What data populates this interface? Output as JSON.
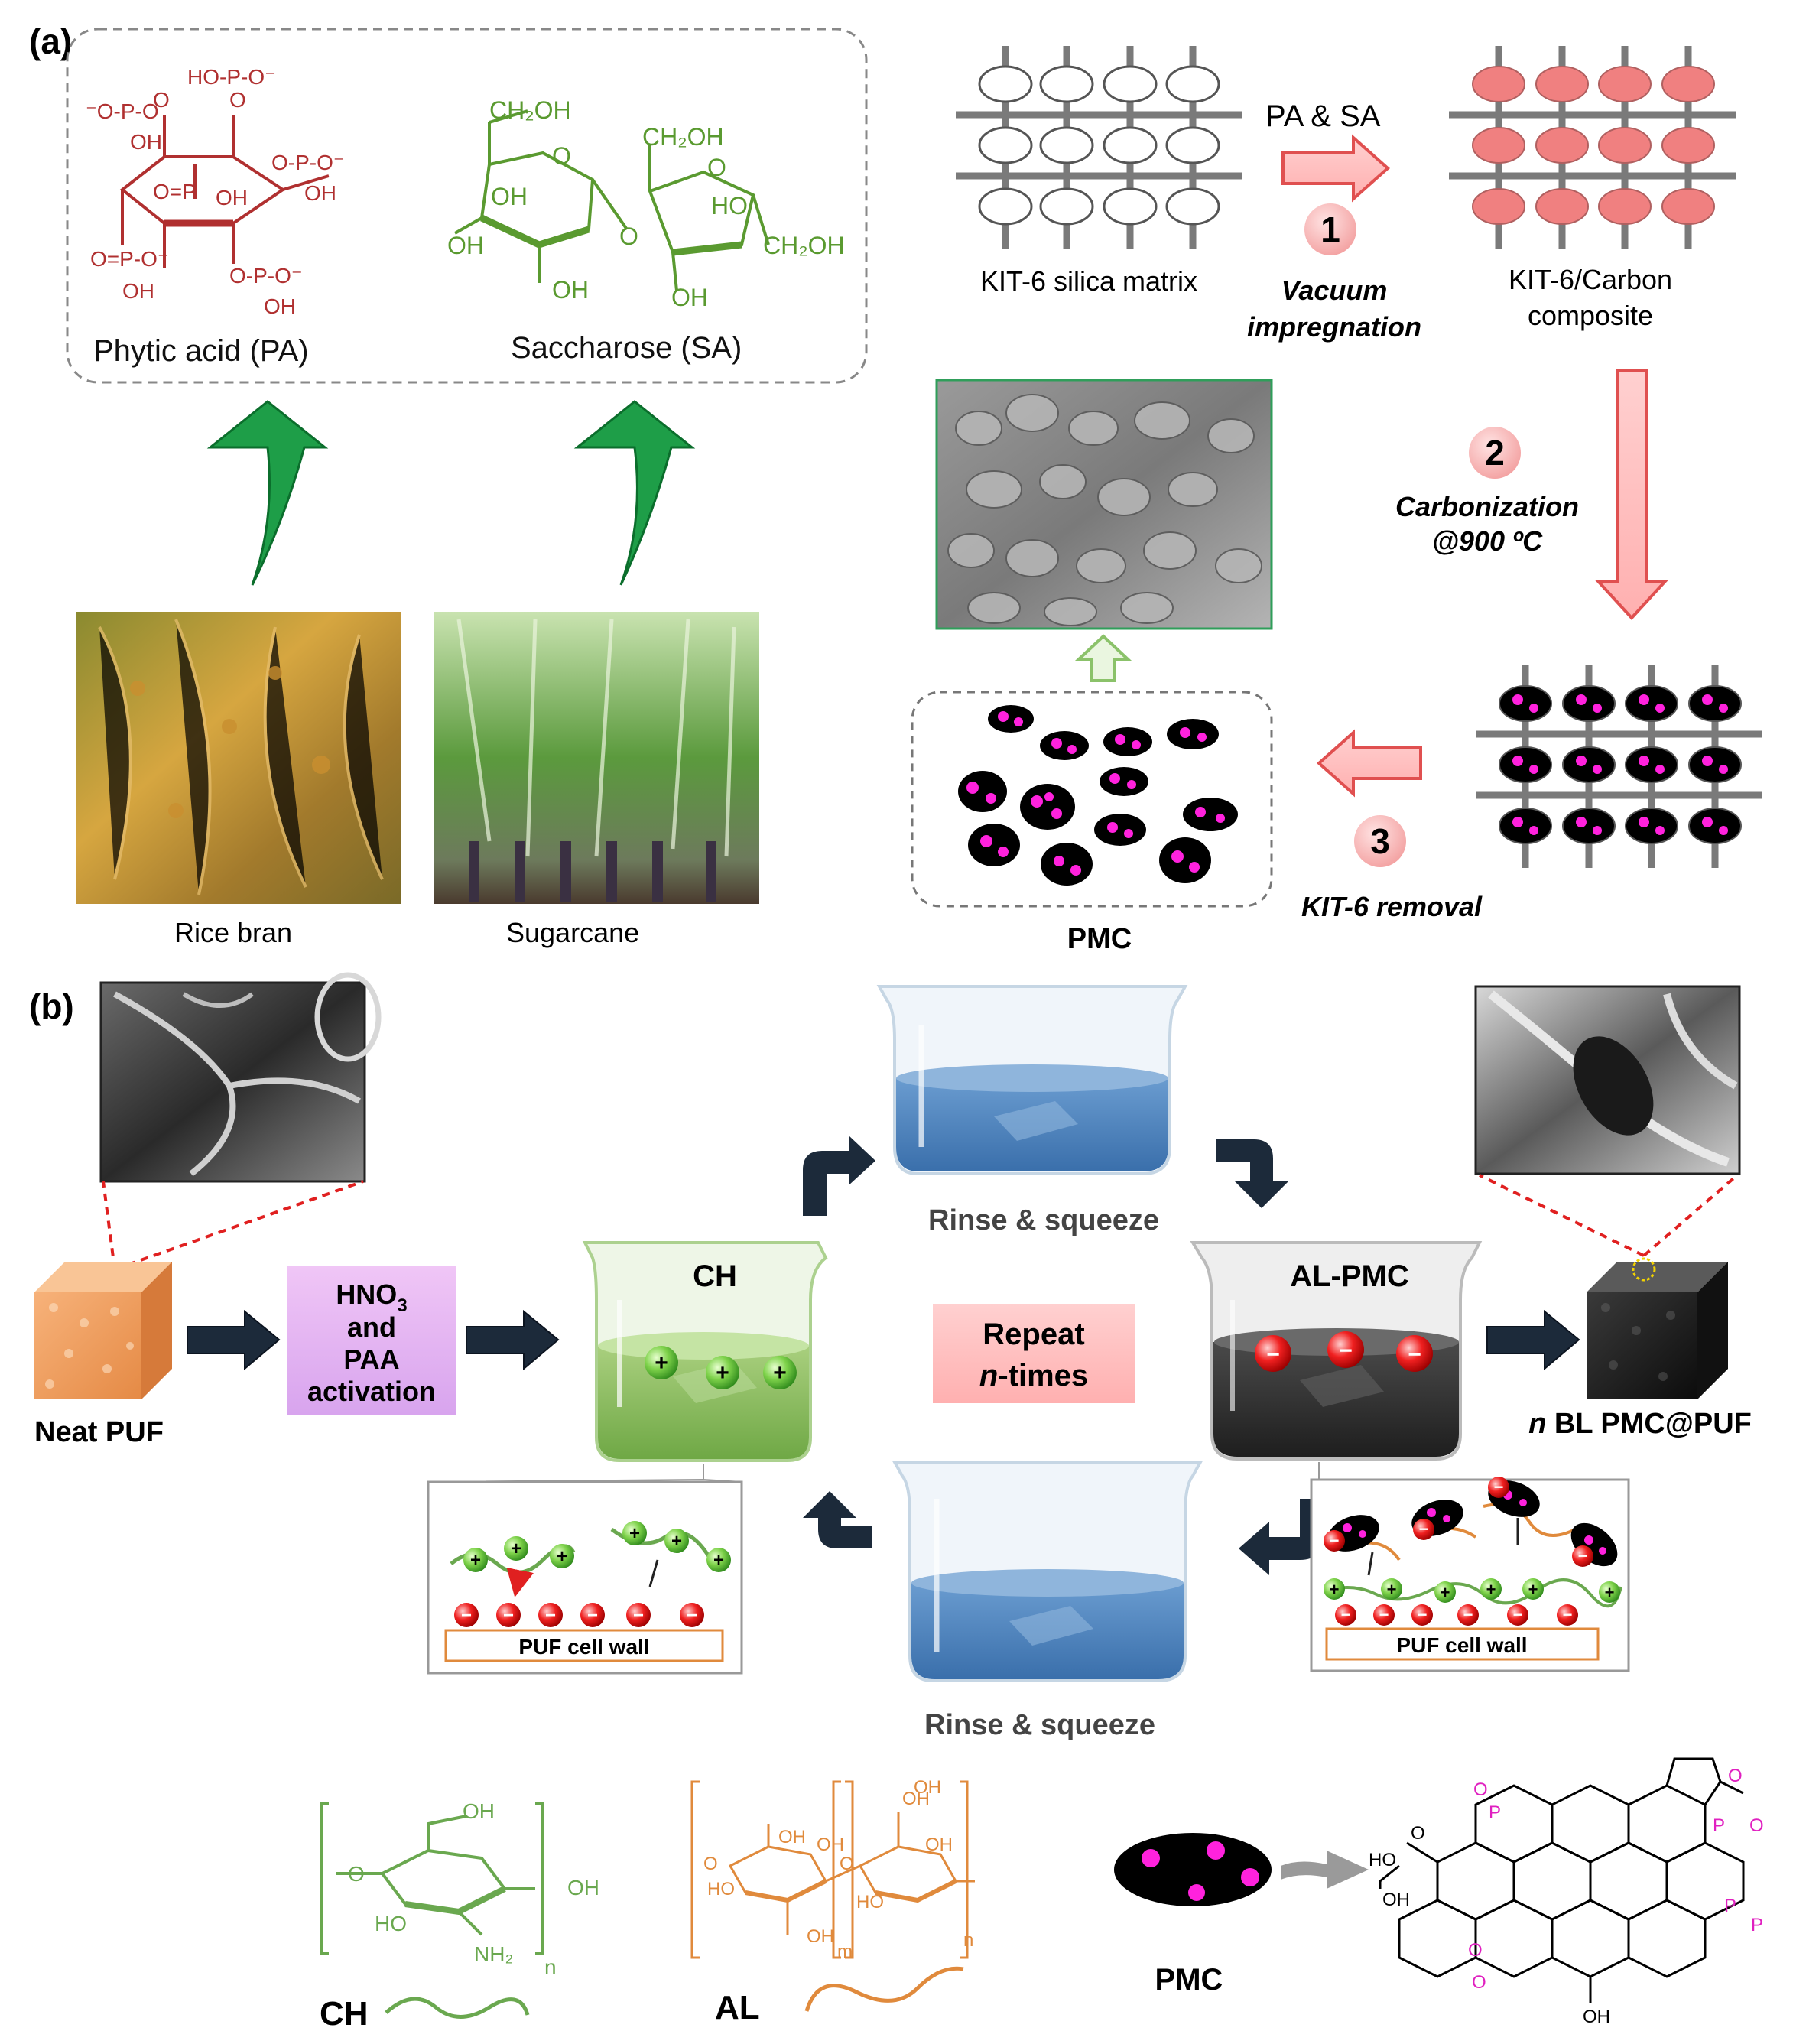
{
  "panel_a": {
    "label": "(a)",
    "molecules": {
      "pa_name": "Phytic acid (PA)",
      "sa_name": "Saccharose (SA)",
      "pa_groups": [
        "HO-P-O⁻",
        "⁻O-P-O",
        "OH",
        "O=P",
        "O-P-O⁻",
        "OH",
        "O=P-O⁻",
        "OH",
        "O-P-O⁻",
        "OH",
        "O",
        "O",
        "OH"
      ],
      "sa_groups": [
        "CH₂OH",
        "CH₂OH",
        "O",
        "O",
        "OH",
        "OH",
        "OH",
        "HO",
        "CH₂OH",
        "OH",
        "O"
      ]
    },
    "sources": {
      "rice": "Rice bran",
      "sugarcane": "Sugarcane"
    },
    "process": {
      "reagent_label": "PA & SA",
      "step1_num": "1",
      "step1_label_1": "Vacuum",
      "step1_label_2": "impregnation",
      "kit6_label": "KIT-6 silica matrix",
      "composite_label_1": "KIT-6/Carbon",
      "composite_label_2": "composite",
      "step2_num": "2",
      "step2_label_1": "Carbonization",
      "step2_label_2": "@900 ºC",
      "step3_num": "3",
      "step3_label": "KIT-6 removal",
      "pmc_label": "PMC"
    },
    "colors": {
      "phytic": "#b03030",
      "saccharose": "#5a9a30",
      "arrow_red": "#e05050",
      "arrow_green": "#1e9e48",
      "pore_fill": "#f08080",
      "dot": "#ff22dd"
    }
  },
  "panel_b": {
    "label": "(b)",
    "neat_puf": "Neat PUF",
    "activation": {
      "line1": "HNO",
      "sub": "3",
      "line2": "and",
      "line3": "PAA",
      "line4": "activation"
    },
    "ch_beaker": "CH",
    "al_beaker": "AL-PMC",
    "rinse_top": "Rinse & squeeze",
    "rinse_bottom": "Rinse & squeeze",
    "repeat_1": "Repeat",
    "repeat_2_italic": "n",
    "repeat_2_rest": "-times",
    "product_italic": "n",
    "product_rest": " BL PMC@PUF",
    "cell_wall_left": "PUF cell wall",
    "cell_wall_right": "PUF cell wall",
    "plus": "+",
    "minus": "−"
  },
  "structures": {
    "ch_label": "CH",
    "al_label": "AL",
    "pmc_label": "PMC",
    "ch_groups": [
      "OH",
      "OH",
      "HO",
      "NH₂",
      "n",
      "O"
    ],
    "al_groups": [
      "OH",
      "OH",
      "HO",
      "OH",
      "OH",
      "O",
      "HO",
      "OH",
      "O",
      "OH",
      "m",
      "n"
    ],
    "pmc_groups": [
      "O",
      "P",
      "O",
      "P",
      "O",
      "HO",
      "OH",
      "O",
      "P",
      "O",
      "P",
      "O",
      "OH"
    ],
    "colors": {
      "ch": "#6aa84f",
      "al": "#e08a3c",
      "pmc_p": "#e020c0"
    }
  }
}
